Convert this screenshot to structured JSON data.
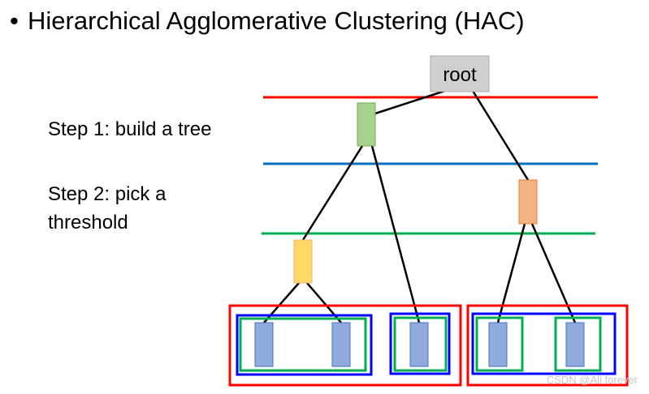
{
  "slide": {
    "bullet": "•",
    "title": "Hierarchical Agglomerative Clustering (HAC)",
    "step1": "Step 1: build a tree",
    "step2_line1": "Step 2: pick a",
    "step2_line2": "threshold",
    "root_label": "root",
    "watermark": "CSDN @Ali forever"
  },
  "colors": {
    "threshold_red": "#ff0000",
    "threshold_blue": "#0070c0",
    "threshold_green": "#00b050",
    "root_fill": "#d0d0d0",
    "green_node": "#a9d18e",
    "orange_node": "#f4b183",
    "yellow_node": "#ffd966",
    "leaf_node": "#8faadc"
  }
}
